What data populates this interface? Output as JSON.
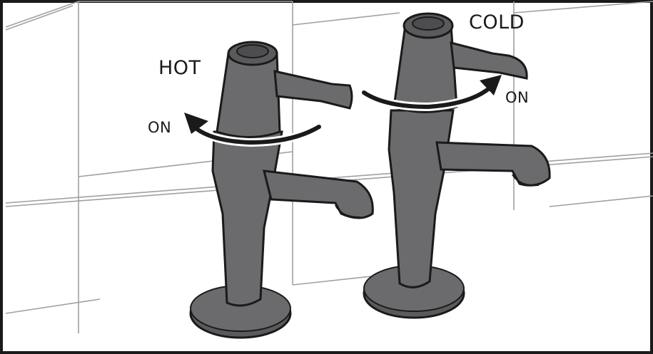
{
  "labels": {
    "hot": "HOT",
    "cold": "COLD",
    "hot_on": "ON",
    "cold_on": "ON"
  },
  "colors": {
    "tap_body": "#6b6b6d",
    "tap_dark": "#4d4d4f",
    "outline": "#1a1a1a",
    "tile_line": "#9a9a9a",
    "arrow": "#1a1a1a"
  },
  "icons": {
    "hot_tap": "basin-tap-lever-icon",
    "cold_tap": "basin-tap-lever-icon",
    "hot_arrow": "anticlockwise-arrow-icon",
    "cold_arrow": "clockwise-arrow-icon"
  }
}
